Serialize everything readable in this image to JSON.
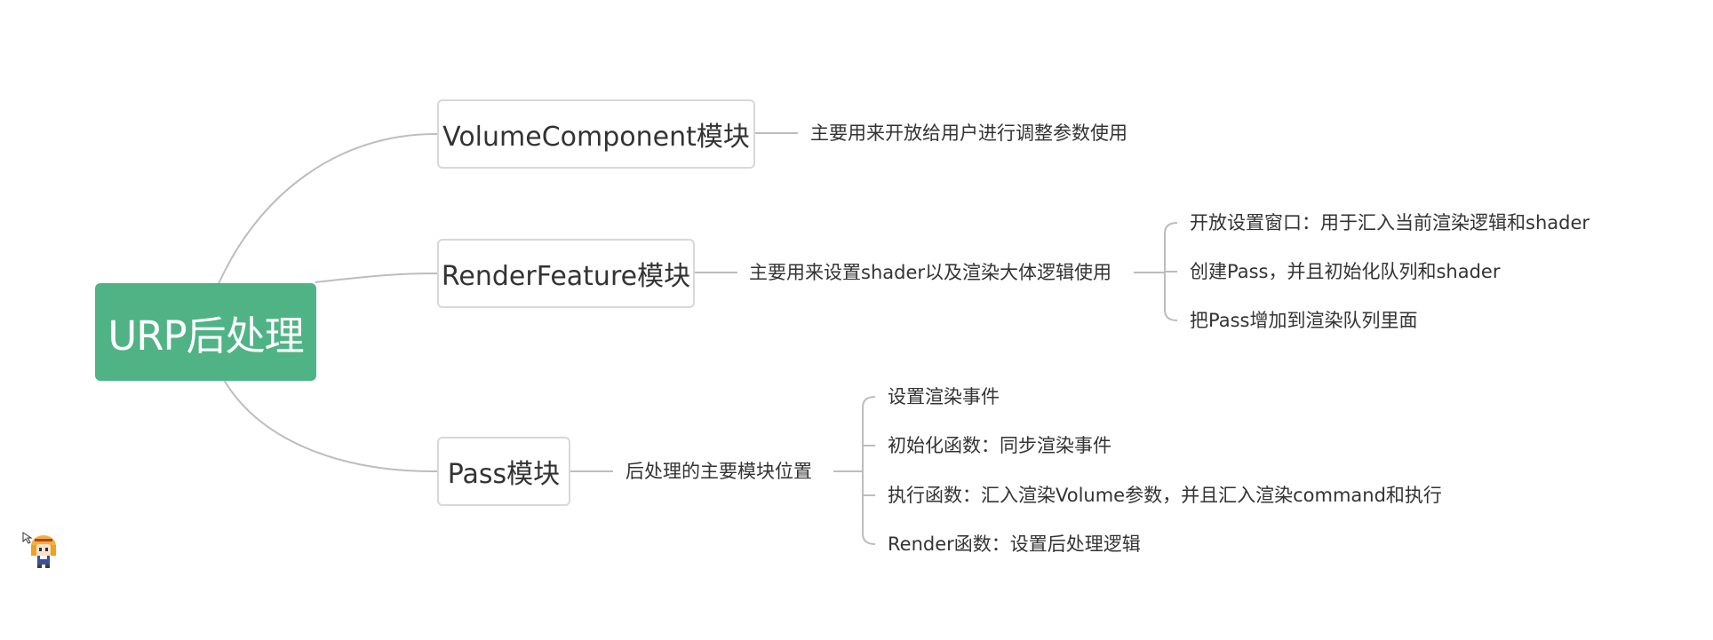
{
  "colors": {
    "root_fill": "#4fb386",
    "connector": "#bdbdbd",
    "node_border": "#d8d8d8",
    "text": "#333333"
  },
  "root": {
    "label": "URP后处理"
  },
  "modules": [
    {
      "label": "VolumeComponent模块",
      "description": "主要用来开放给用户进行调整参数使用",
      "children": []
    },
    {
      "label": "RenderFeature模块",
      "description": "主要用来设置shader以及渲染大体逻辑使用",
      "children": [
        "开放设置窗口：用于汇入当前渲染逻辑和shader",
        "创建Pass，并且初始化队列和shader",
        "把Pass增加到渲染队列里面"
      ]
    },
    {
      "label": "Pass模块",
      "description": "后处理的主要模块位置",
      "children": [
        "设置渲染事件",
        "初始化函数：同步渲染事件",
        "执行函数：汇入渲染Volume参数，并且汇入渲染command和执行",
        "Render函数：设置后处理逻辑"
      ]
    }
  ],
  "decorations": {
    "mascot_icon": "pixel-character-icon"
  }
}
